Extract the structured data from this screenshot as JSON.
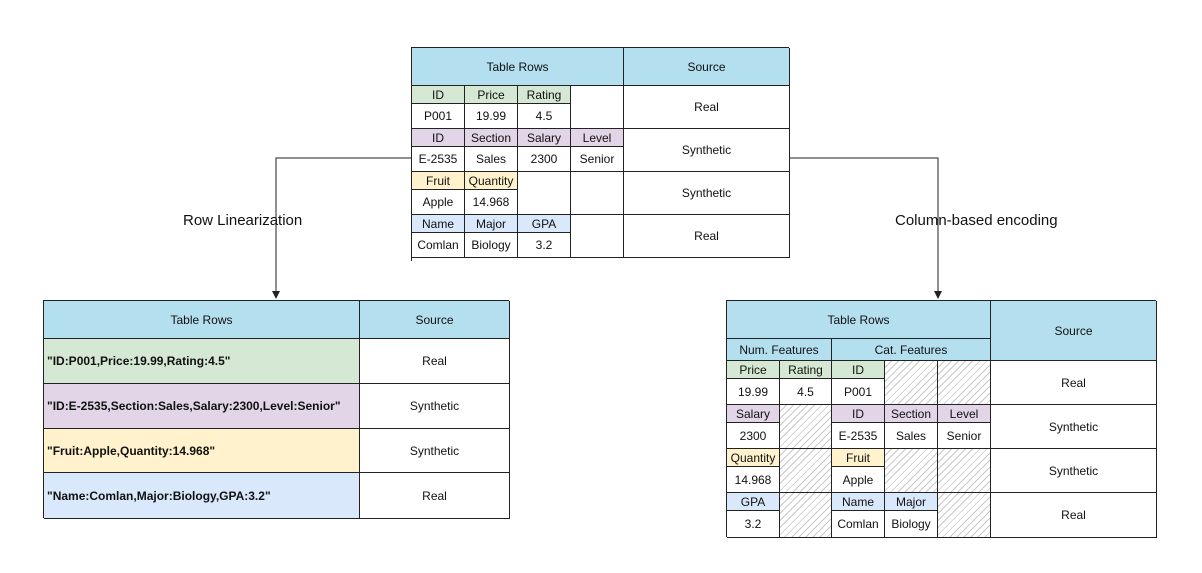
{
  "top_table": {
    "header_rows": "Table Rows",
    "header_source": "Source",
    "row1": {
      "c1": "ID",
      "c2": "Price",
      "c3": "Rating",
      "v1": "P001",
      "v2": "19.99",
      "v3": "4.5",
      "source": "Real"
    },
    "row2": {
      "c1": "ID",
      "c2": "Section",
      "c3": "Salary",
      "c4": "Level",
      "v1": "E-2535",
      "v2": "Sales",
      "v3": "2300",
      "v4": "Senior",
      "source": "Synthetic"
    },
    "row3": {
      "c1": "Fruit",
      "c2": "Quantity",
      "v1": "Apple",
      "v2": "14.968",
      "source": "Synthetic"
    },
    "row4": {
      "c1": "Name",
      "c2": "Major",
      "c3": "GPA",
      "v1": "Comlan",
      "v2": "Biology",
      "v3": "3.2",
      "source": "Real"
    }
  },
  "labels": {
    "left": "Row Linearization",
    "right": "Column-based encoding"
  },
  "left_table": {
    "header_rows": "Table Rows",
    "header_source": "Source",
    "rows": [
      {
        "text": "\"ID:P001,Price:19.99,Rating:4.5\"",
        "source": "Real"
      },
      {
        "text": "\"ID:E-2535,Section:Sales,Salary:2300,Level:Senior\"",
        "source": "Synthetic"
      },
      {
        "text": "\"Fruit:Apple,Quantity:14.968\"",
        "source": "Synthetic"
      },
      {
        "text": "\"Name:Comlan,Major:Biology,GPA:3.2\"",
        "source": "Real"
      }
    ]
  },
  "right_table": {
    "header_rows": "Table Rows",
    "header_source": "Source",
    "num_features": "Num. Features",
    "cat_features": "Cat. Features",
    "row1": {
      "n1": "Price",
      "n2": "Rating",
      "c1": "ID",
      "nv1": "19.99",
      "nv2": "4.5",
      "cv1": "P001",
      "source": "Real"
    },
    "row2": {
      "n1": "Salary",
      "c1": "ID",
      "c2": "Section",
      "c3": "Level",
      "nv1": "2300",
      "cv1": "E-2535",
      "cv2": "Sales",
      "cv3": "Senior",
      "source": "Synthetic"
    },
    "row3": {
      "n1": "Quantity",
      "c1": "Fruit",
      "nv1": "14.968",
      "cv1": "Apple",
      "source": "Synthetic"
    },
    "row4": {
      "n1": "GPA",
      "c1": "Name",
      "c2": "Major",
      "nv1": "3.2",
      "cv1": "Comlan",
      "cv2": "Biology",
      "source": "Real"
    }
  },
  "colors": {
    "header": "#b4dfef",
    "green": "#d5e8d4",
    "purple": "#e1d5e7",
    "yellow": "#fff2cc",
    "blue": "#dae8fc"
  }
}
